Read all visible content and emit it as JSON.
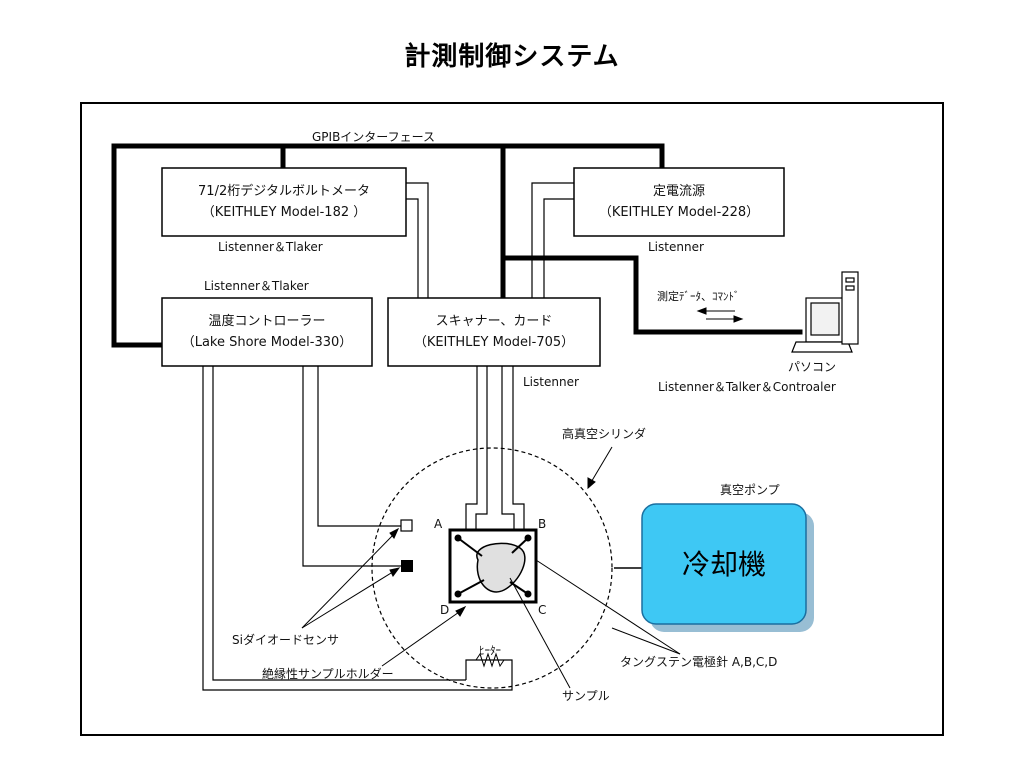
{
  "title": "計測制御システム",
  "bus_label": "GPIBインターフェース",
  "boxes": {
    "voltmeter": {
      "line1": "71/2桁デジタルボルトメータ",
      "line2": "（KEITHLEY Model-182 ）",
      "role": "Listenner＆Tlaker"
    },
    "current_source": {
      "line1": "定電流源",
      "line2": "（KEITHLEY Model-228）",
      "role": "Listenner"
    },
    "temp_controller": {
      "line1": "温度コントローラー",
      "line2": "（Lake Shore Model-330）",
      "role": "Listenner＆Tlaker"
    },
    "scanner": {
      "line1": "スキャナー、カード",
      "line2": "（KEITHLEY Model-705）",
      "role": "Listenner"
    }
  },
  "pc": {
    "label": "パソコン",
    "role": "Listenner＆Talker＆Controaler",
    "comm_label": "測定ﾃﾞｰﾀ、ｺﾏﾝﾄﾞ"
  },
  "cylinder_label": "高真空シリンダ",
  "pump_label": "真空ポンプ",
  "cooler_label": "冷却機",
  "sample_corners": {
    "a": "A",
    "b": "B",
    "c": "C",
    "d": "D"
  },
  "diode_label": "Siダイオードセンサ",
  "holder_label": "絶縁性サンプルホルダー",
  "heater_label": "ﾋｰﾀｰ",
  "sample_label": "サンプル",
  "probe_label": "タングステン電極針 A,B,C,D",
  "colors": {
    "cooler_fill": "#3ec8f4",
    "cooler_border": "#1a6fa0",
    "line": "#000000"
  }
}
